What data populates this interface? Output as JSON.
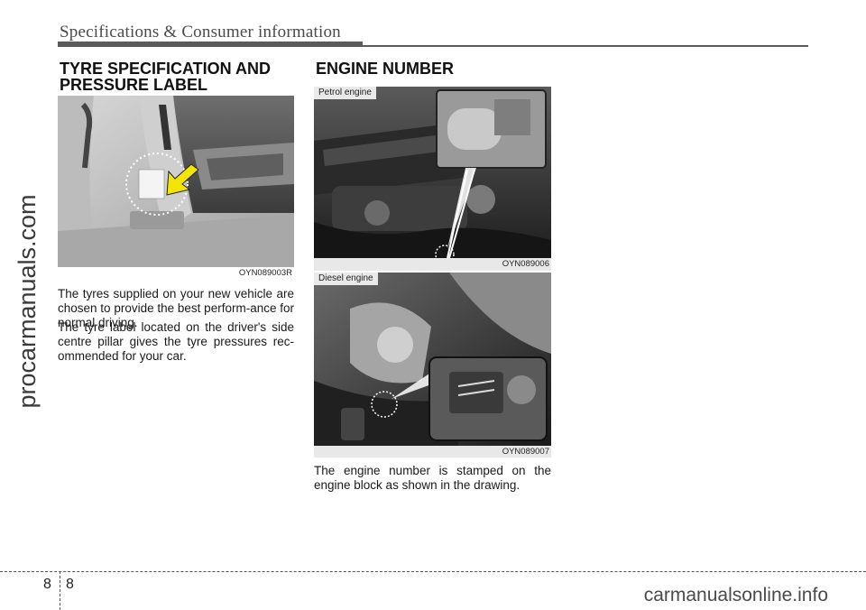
{
  "header": {
    "title": "Specifications & Consumer information"
  },
  "watermark": {
    "side": "procarmanuals.com",
    "footer": "carmanualsonline.info"
  },
  "tyre_section": {
    "heading_line1": "TYRE SPECIFICATION AND",
    "heading_line2": "PRESSURE LABEL",
    "image_code": "OYN089003R",
    "paragraph1": "The tyres supplied on your new vehicle are chosen to provide the best perform-ance for normal driving.",
    "paragraph2": "The tyre label located on the driver's side centre pillar gives the tyre pressures rec-ommended for your car."
  },
  "engine_section": {
    "heading": "ENGINE NUMBER",
    "petrol_label": "Petrol engine",
    "petrol_code": "OYN089006",
    "diesel_label": "Diesel engine",
    "diesel_code": "OYN089007",
    "paragraph": "The engine number is stamped on the engine block as shown in the drawing."
  },
  "footer": {
    "page_section": "8",
    "page_number": "8"
  },
  "colors": {
    "accent_arrow": "#f2e600",
    "rule": "#5b5b5b"
  }
}
